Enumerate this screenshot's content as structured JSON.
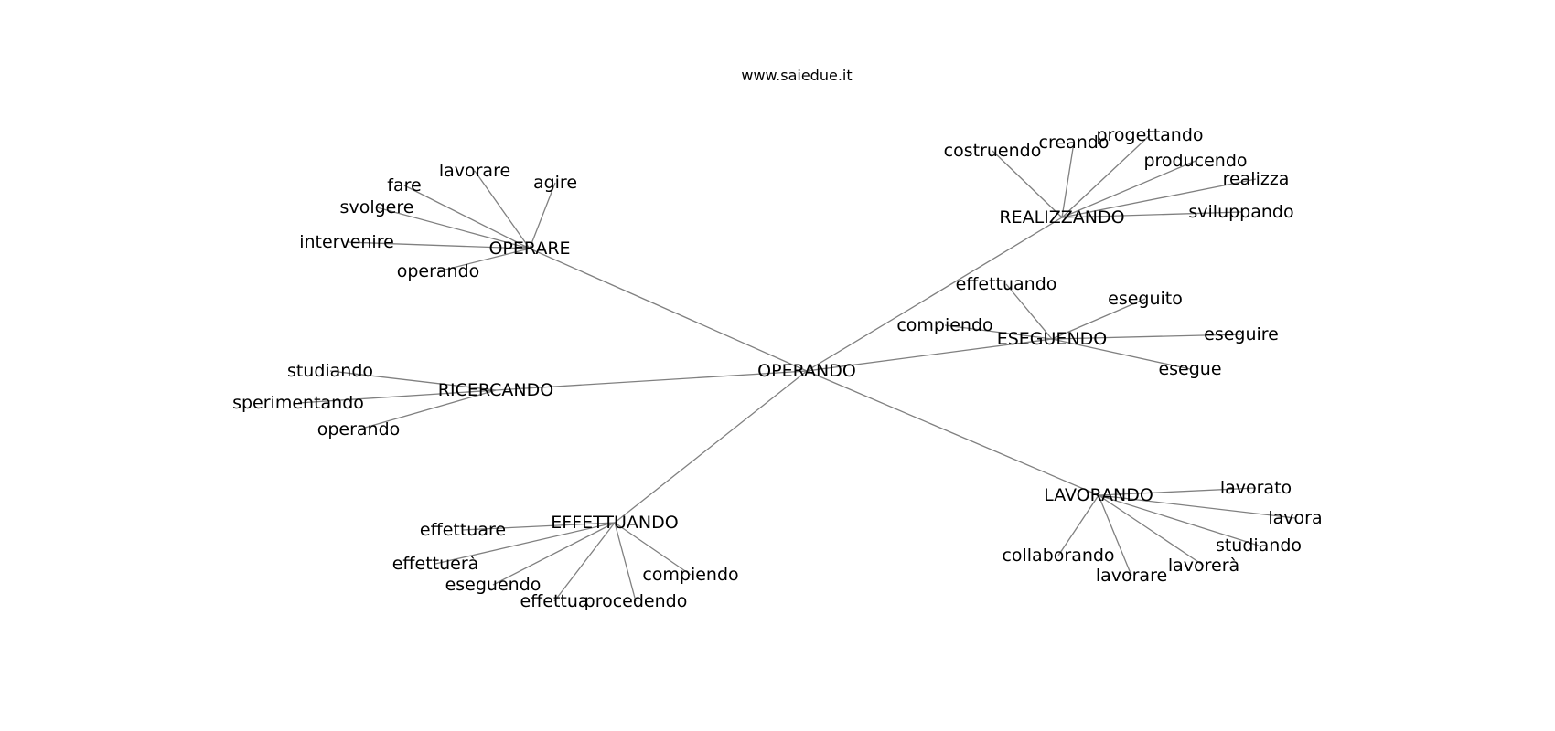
{
  "header": {
    "site": "www.saiedue.it"
  },
  "root": "OPERANDO",
  "hubs": [
    {
      "id": "operare",
      "label": "OPERARE",
      "leaves": [
        "agire",
        "lavorare",
        "fare",
        "svolgere",
        "intervenire",
        "operando"
      ]
    },
    {
      "id": "ricercando",
      "label": "RICERCANDO",
      "leaves": [
        "studiando",
        "sperimentando",
        "operando"
      ]
    },
    {
      "id": "effettuando",
      "label": "EFFETTUANDO",
      "leaves": [
        "effettuare",
        "effettuerà",
        "eseguendo",
        "effettua",
        "procedendo",
        "compiendo"
      ]
    },
    {
      "id": "realizzando",
      "label": "REALIZZANDO",
      "leaves": [
        "costruendo",
        "creando",
        "progettando",
        "producendo",
        "realizza",
        "sviluppando"
      ]
    },
    {
      "id": "eseguendo",
      "label": "ESEGUENDO",
      "leaves": [
        "effettuando",
        "compiendo",
        "eseguito",
        "eseguire",
        "esegue"
      ]
    },
    {
      "id": "lavorando",
      "label": "LAVORANDO",
      "leaves": [
        "lavorato",
        "lavora",
        "studiando",
        "lavorerà",
        "lavorare",
        "collaborando"
      ]
    }
  ]
}
